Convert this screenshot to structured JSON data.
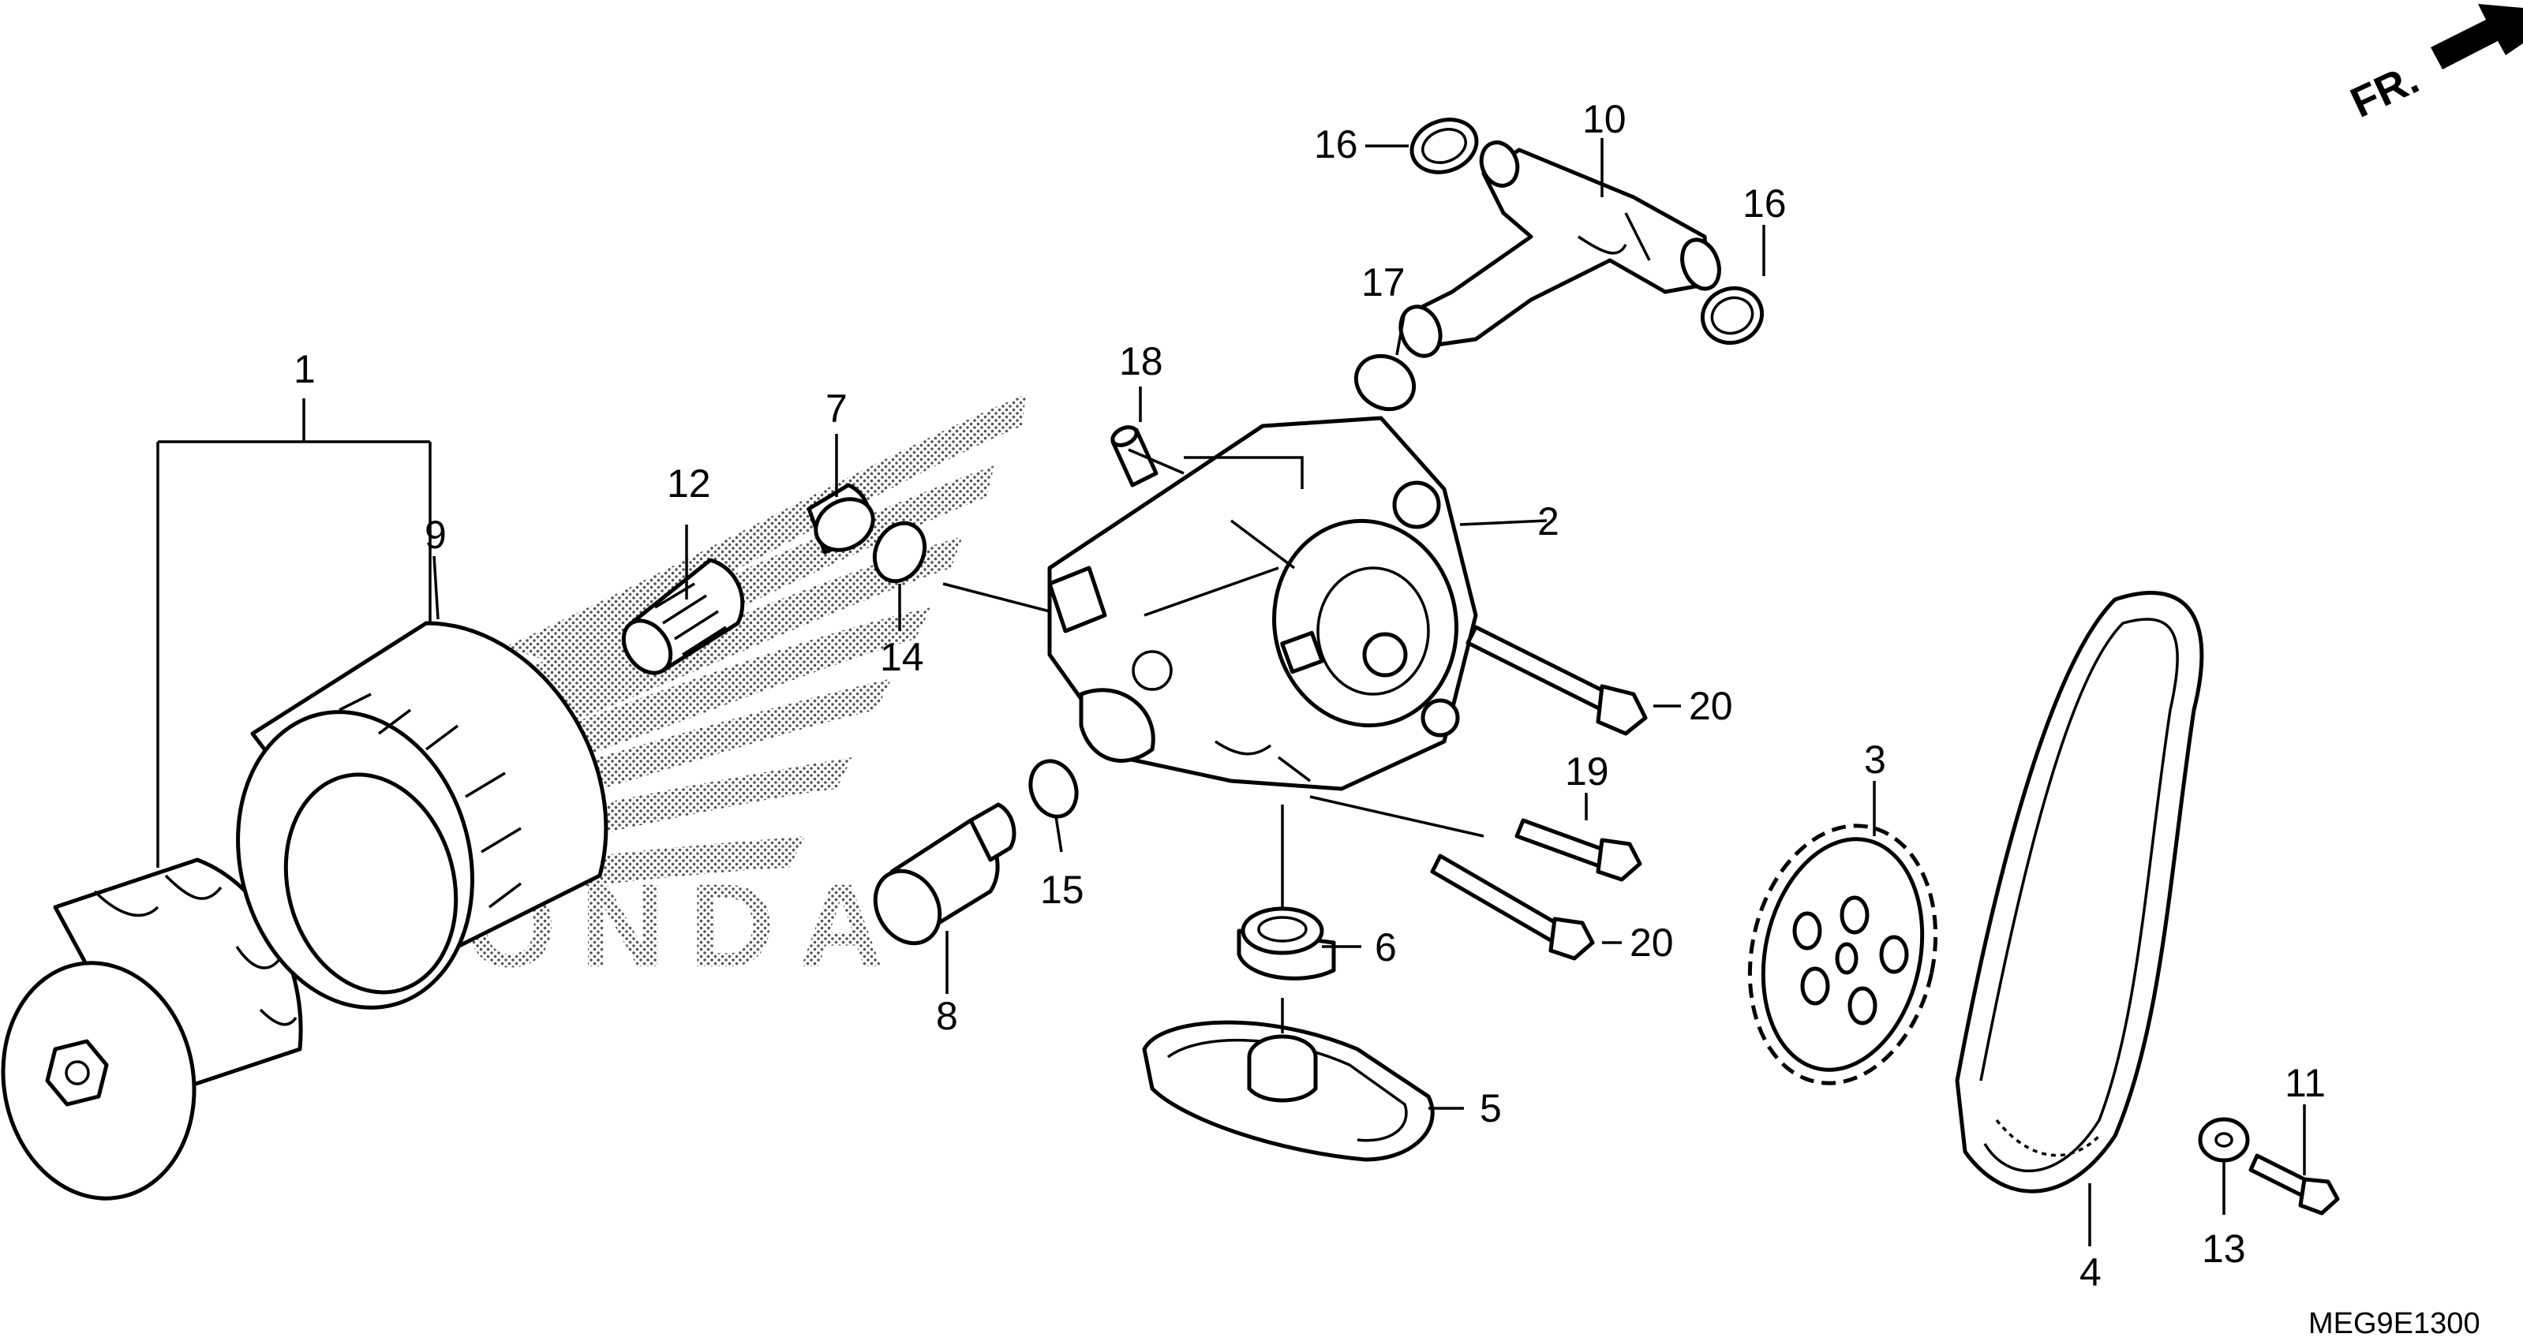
{
  "diagram_code": "MEG9E1300",
  "direction_label": "FR.",
  "brand_watermark": "HONDA",
  "callouts": {
    "c1": "1",
    "c2": "2",
    "c3": "3",
    "c4": "4",
    "c5": "5",
    "c6": "6",
    "c7": "7",
    "c8": "8",
    "c9": "9",
    "c10": "10",
    "c11": "11",
    "c12": "12",
    "c13": "13",
    "c14": "14",
    "c15": "15",
    "c16a": "16",
    "c16b": "16",
    "c17": "17",
    "c18": "18",
    "c19": "19",
    "c20a": "20",
    "c20b": "20"
  }
}
